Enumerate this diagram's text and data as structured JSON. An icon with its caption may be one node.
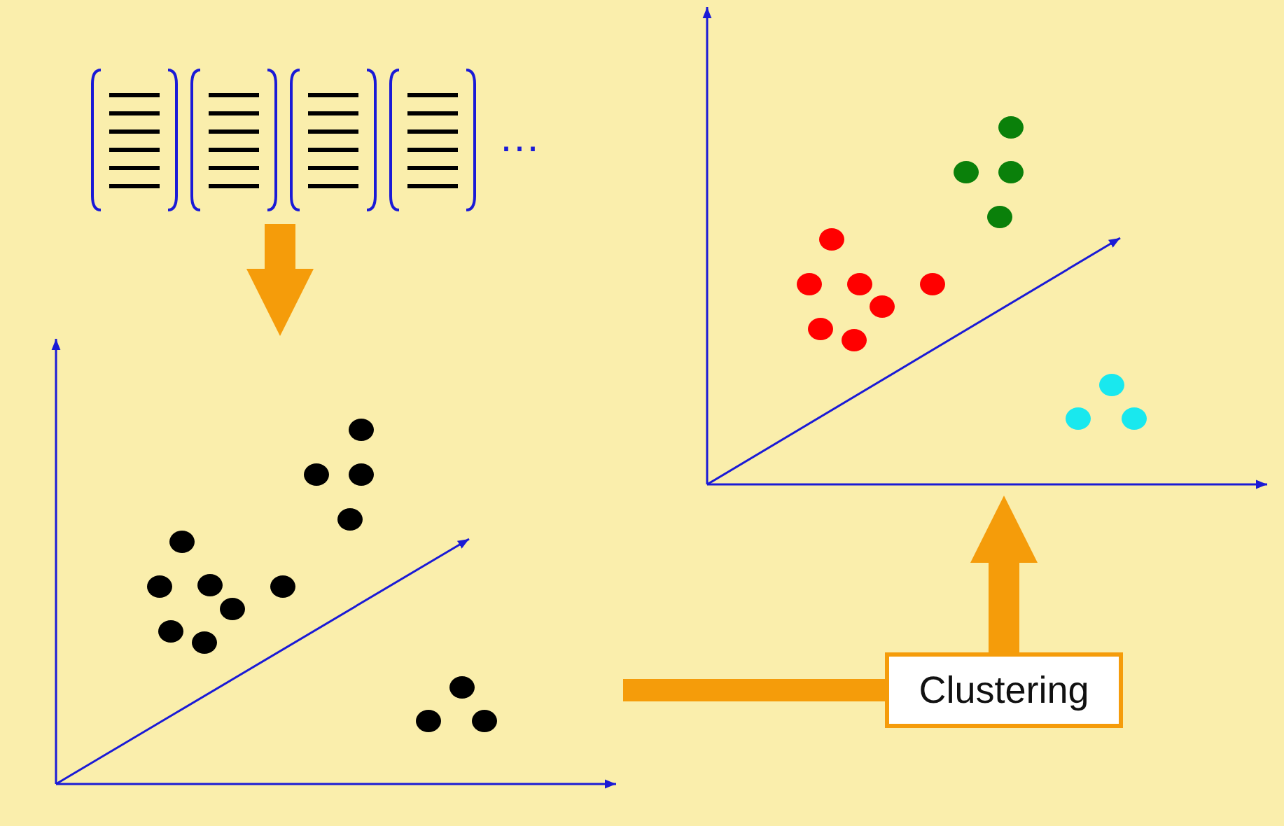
{
  "diagram": {
    "nodes": [
      {
        "text": [],
        "shape": "picture",
        "beside": [
          "…"
        ]
      },
      {
        "text": [],
        "shape": "picture"
      },
      {
        "text": [
          "Clustering"
        ]
      },
      {
        "text": [],
        "shape": "picture"
      }
    ],
    "edges": [
      {
        "from": 0,
        "to": 1,
        "arrow": "to"
      },
      {
        "from": 1,
        "to": 2,
        "arrow": "none"
      },
      {
        "from": 2,
        "to": 3,
        "arrow": "to"
      }
    ]
  }
}
